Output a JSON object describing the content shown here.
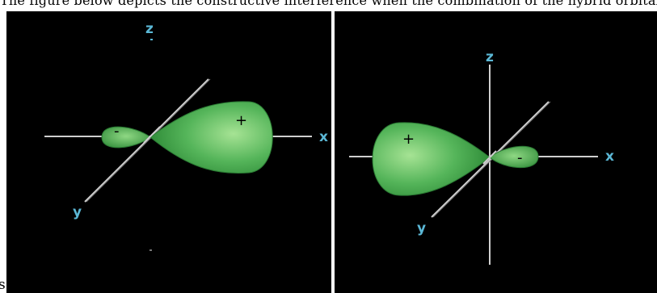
{
  "caption": {
    "top_text": "The figure below depicts the constructive interference when the combination of the hybrid orbitals is asymmetric",
    "corner_char": "s"
  },
  "colors": {
    "background": "#000000",
    "axis_line": "#cfcfcf",
    "axis_label": "#5bb8d6",
    "lobe_fill": "#3fa14a",
    "lobe_highlight": "#9fe08f",
    "lobe_edge": "#2a7a33",
    "sign": "#000000"
  },
  "left_panel": {
    "axes": {
      "z": "z",
      "x": "x",
      "y": "y"
    },
    "large_lobe_sign": "+",
    "small_lobe_sign": "-"
  },
  "right_panel": {
    "axes": {
      "z": "z",
      "x": "x",
      "y": "y"
    },
    "large_lobe_sign": "+",
    "small_lobe_sign": "-"
  }
}
